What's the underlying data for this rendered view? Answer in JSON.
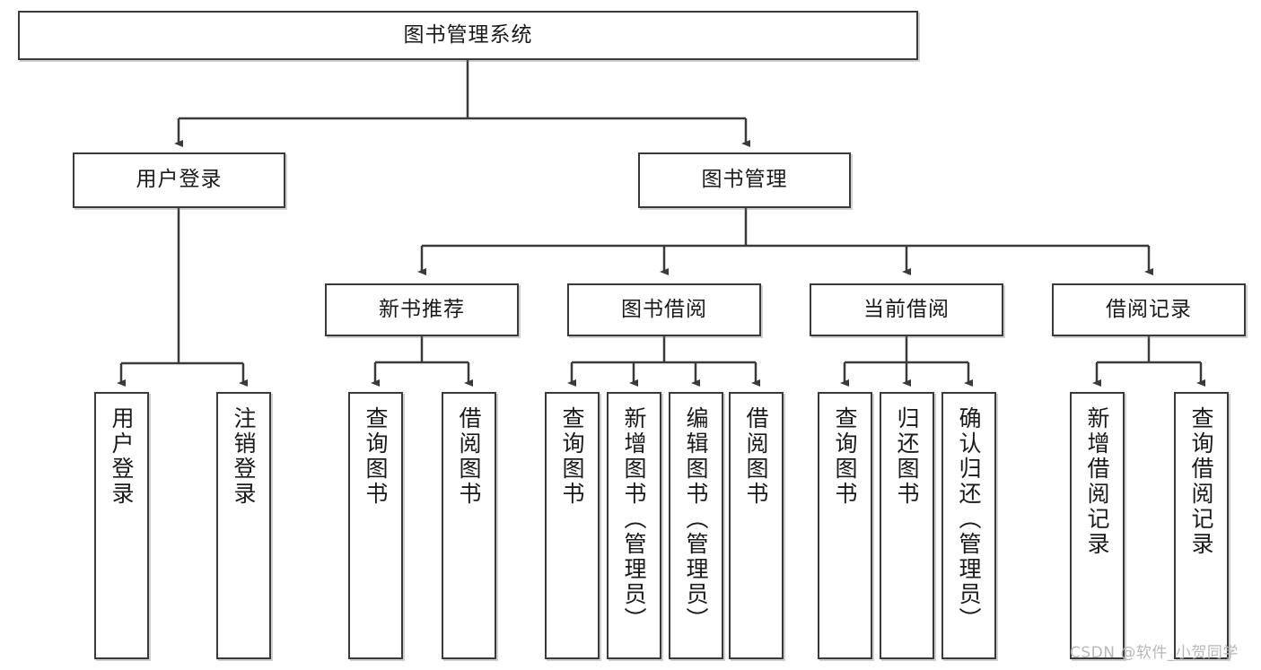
{
  "diagram": {
    "title": "图书管理系统",
    "type": "tree",
    "root": {
      "label": "图书管理系统"
    },
    "level2": [
      {
        "label": "用户登录"
      },
      {
        "label": "图书管理"
      }
    ],
    "level3": [
      {
        "label": "新书推荐"
      },
      {
        "label": "图书借阅"
      },
      {
        "label": "当前借阅"
      },
      {
        "label": "借阅记录"
      }
    ],
    "leaves": {
      "user_login": [
        {
          "label": "用户登录"
        },
        {
          "label": "注销登录"
        }
      ],
      "new_book_recommend": [
        {
          "label": "查询图书"
        },
        {
          "label": "借阅图书"
        }
      ],
      "book_borrow": [
        {
          "label": "查询图书"
        },
        {
          "label": "新增图书（管理员）"
        },
        {
          "label": "编辑图书（管理员）"
        },
        {
          "label": "借阅图书"
        }
      ],
      "current_borrow": [
        {
          "label": "查询图书"
        },
        {
          "label": "归还图书"
        },
        {
          "label": "确认归还（管理员）"
        }
      ],
      "borrow_record": [
        {
          "label": "新增借阅记录"
        },
        {
          "label": "查询借阅记录"
        }
      ]
    }
  },
  "watermark": {
    "text": "CSDN @软件_小贺同学"
  },
  "colors": {
    "border": "#3a3a3a",
    "background": "#ffffff",
    "text": "#1a1a1a",
    "watermark": "#b8b8b8"
  }
}
